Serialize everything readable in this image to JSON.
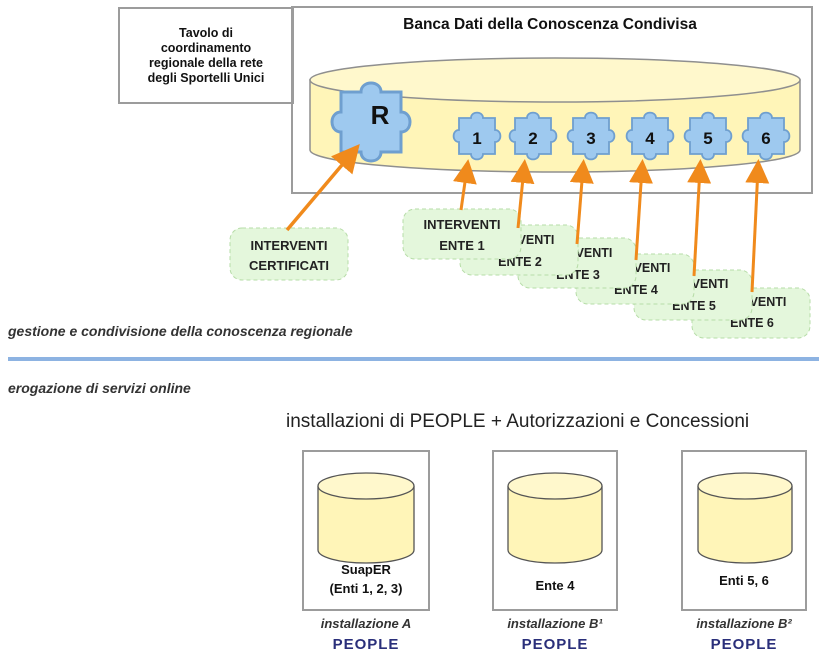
{
  "tavolo": {
    "lines": [
      "Tavolo di",
      "coordinamento",
      "regionale della rete",
      "degli Sportelli Unici"
    ]
  },
  "banca_dati": {
    "title": "Banca Dati della Conoscenza Condivisa",
    "regional_piece_label": "R",
    "ente_piece_labels": [
      "1",
      "2",
      "3",
      "4",
      "5",
      "6"
    ]
  },
  "interventi_certificati": {
    "line1": "INTERVENTI",
    "line2": "CERTIFICATI"
  },
  "interventi_enti": [
    {
      "line1": "INTERVENTI",
      "line2": "ENTE 1"
    },
    {
      "line1": "VENTI",
      "line2": "ENTE 2"
    },
    {
      "line1": "VENTI",
      "line2": "ENTE 3"
    },
    {
      "line1": "VENTI",
      "line2": "ENTE 4"
    },
    {
      "line1": "VENTI",
      "line2": "ENTE 5"
    },
    {
      "line1": "VENTI",
      "line2": "ENTE 6"
    }
  ],
  "sections": {
    "gestione": "gestione e condivisione della conoscenza regionale",
    "erogazione": "erogazione di servizi online"
  },
  "installazioni": {
    "title": "installazioni di PEOPLE + Autorizzazioni e Concessioni",
    "items": [
      {
        "name_line1": "SuapER",
        "name_line2": "(Enti 1, 2, 3)",
        "label": "installazione A",
        "brand": "PEOPLE"
      },
      {
        "name_line1": "",
        "name_line2": "Ente 4",
        "label": "installazione B¹",
        "brand": "PEOPLE"
      },
      {
        "name_line1": "",
        "name_line2": "Enti 5, 6",
        "label": "installazione B²",
        "brand": "PEOPLE"
      }
    ]
  },
  "colors": {
    "db_fill": "#fff5b8",
    "puzzle_blue": "#9ec9ef",
    "arrow_orange": "#f08a1c",
    "tag_green": "#e4f7dc",
    "divider_blue": "#8db3e2"
  }
}
